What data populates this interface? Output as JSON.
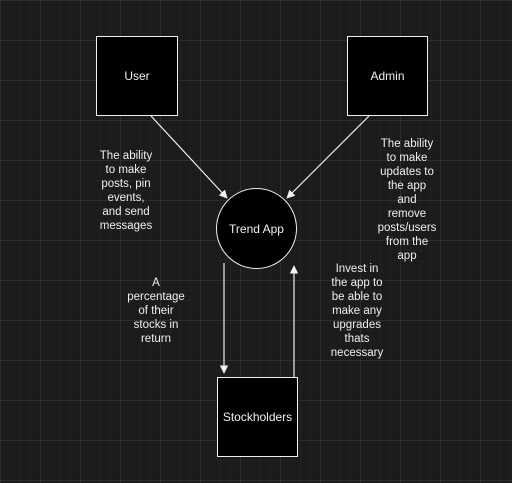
{
  "nodes": {
    "user": "User",
    "admin": "Admin",
    "app": "Trend App",
    "stockholders": "Stockholders"
  },
  "edges": {
    "user_to_app": "The ability\nto make\nposts, pin\nevents,\nand send\nmessages",
    "admin_to_app": "The ability\nto make\nupdates to\nthe app\nand\nremove\nposts/users\nfrom the\napp",
    "app_to_stockholders": "A\npercentage\nof their\nstocks in\nreturn",
    "stockholders_to_app": "Invest in\nthe app to\nbe able to\nmake any\nupgrades\nthats\nnecessary"
  },
  "colors": {
    "background": "#1b1b1d",
    "stroke": "#f0f0f0",
    "node_fill": "#000000"
  }
}
